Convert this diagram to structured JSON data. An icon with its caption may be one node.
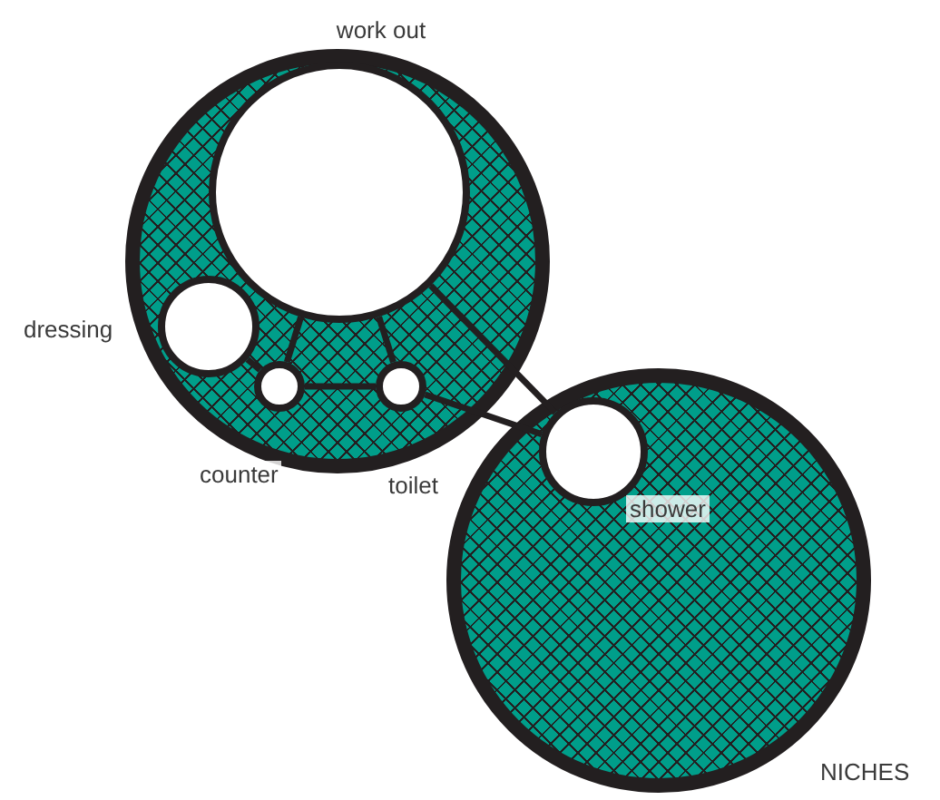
{
  "diagram": {
    "nodes": [
      {
        "text": [],
        "shape": "circle"
      },
      {
        "text": [
          "work out"
        ],
        "in": 0
      },
      {
        "text": [
          "dressing"
        ],
        "in": 0
      },
      {
        "text": [
          "counter"
        ],
        "in": 0
      },
      {
        "text": [
          "toilet"
        ],
        "in": 0
      },
      {
        "text": [],
        "shape": "circle"
      },
      {
        "text": [
          "shower"
        ],
        "in": 5
      }
    ],
    "edges": [
      {
        "from": 2,
        "to": 3,
        "arrow": "none"
      },
      {
        "from": 1,
        "to": 3,
        "arrow": "none"
      },
      {
        "from": 1,
        "to": 4,
        "arrow": "none"
      },
      {
        "from": 3,
        "to": 4,
        "arrow": "none"
      },
      {
        "from": 1,
        "to": 6,
        "arrow": "none"
      },
      {
        "from": 4,
        "to": 6,
        "arrow": "none"
      }
    ],
    "labels": [
      "NICHES"
    ]
  }
}
